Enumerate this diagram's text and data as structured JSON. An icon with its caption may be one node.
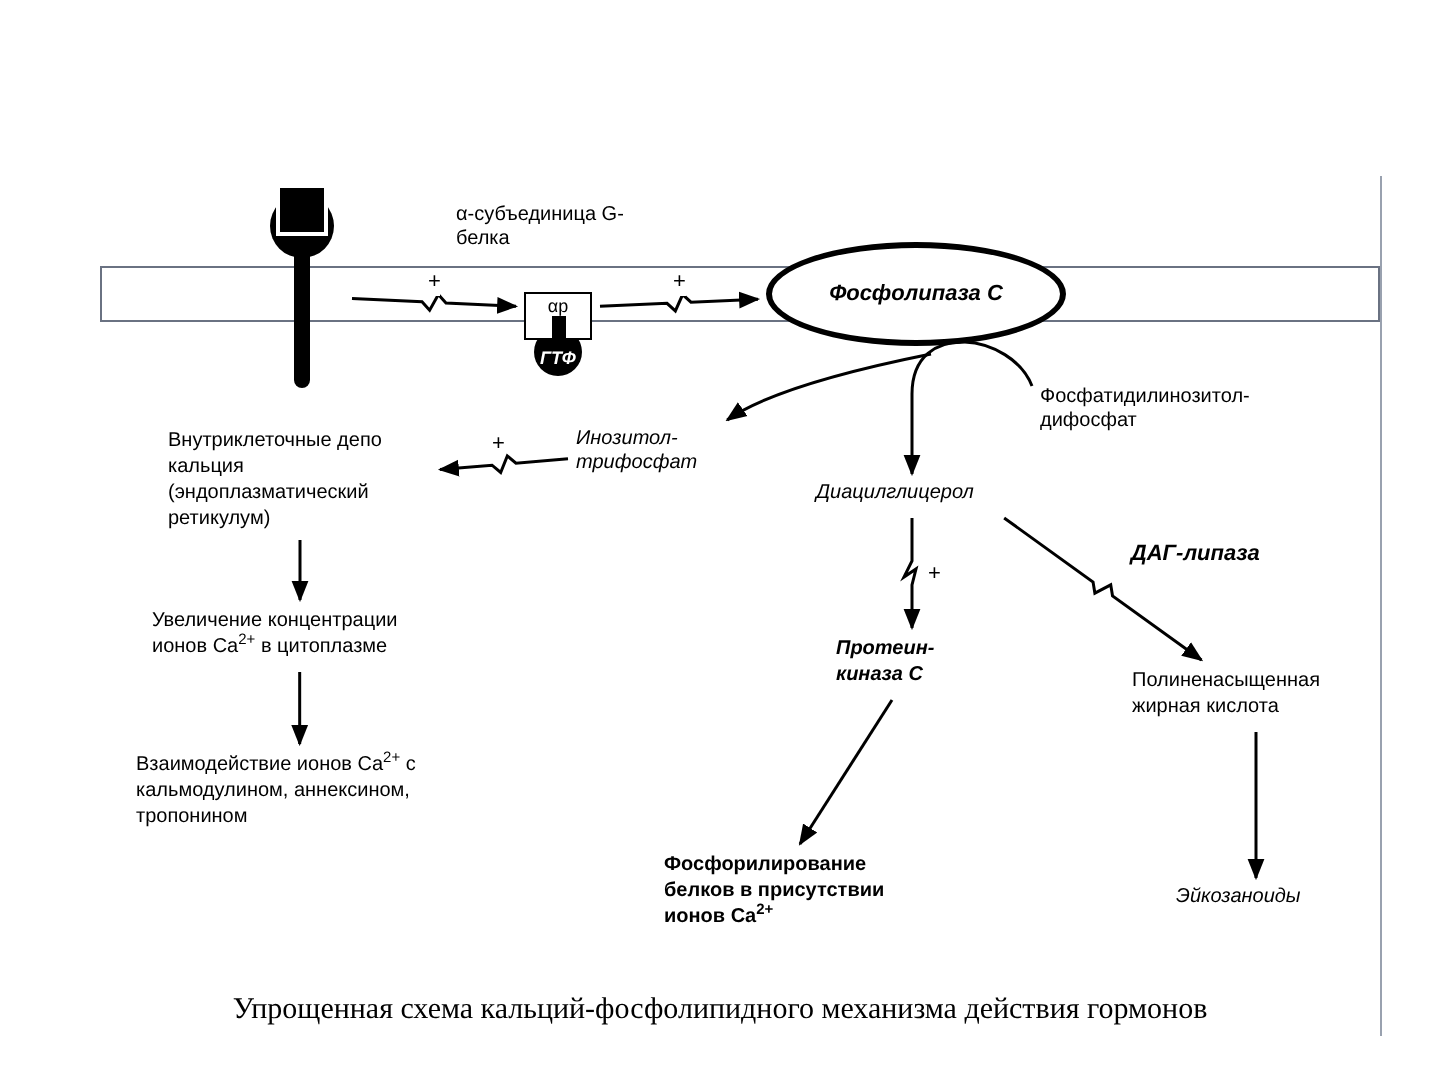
{
  "diagram": {
    "caption": "Упрощенная схема кальций-фосфолипидного механизма действия гормонов",
    "nodes": [
      {
        "text": [],
        "shape": "picture"
      },
      {
        "text": [
          "αр",
          "ГТФ"
        ],
        "beside": [
          "α-субъединица G-белка"
        ]
      },
      {
        "text": [
          "Фосфолипаза С"
        ]
      },
      {
        "text": [
          "Фосфатидилинозитол-дифосфат"
        ]
      },
      {
        "text": [
          "Инозитол-трифосфат"
        ]
      },
      {
        "text": [
          "Диацилглицерол"
        ]
      },
      {
        "text": [
          "Внутриклеточные депо кальция (эндоплазматический ретикулум)"
        ]
      },
      {
        "text": [
          "Увеличение концентрации ионов Ca$^{2+}$ в цитоплазме"
        ]
      },
      {
        "text": [
          "Взаимодействие ионов Ca$^{2+}$ с кальмодулином, аннексином, тропонином"
        ]
      },
      {
        "text": [
          "Протеин-киназа С"
        ]
      },
      {
        "text": [
          "Полиненасыщенная жирная кислота"
        ]
      },
      {
        "text": [
          "Фосфорилирование белков в присутствии ионов Ca$^{2+}$"
        ]
      },
      {
        "text": [
          "Эйкозаноиды"
        ]
      }
    ],
    "edges": [
      {
        "from": 0,
        "to": 1,
        "arrow": "to",
        "label": "+"
      },
      {
        "from": 1,
        "to": 2,
        "arrow": "to",
        "label": "+"
      },
      {
        "from": 2,
        "to": 4,
        "arrow": "to"
      },
      {
        "from": 3,
        "to": 5,
        "arrow": "to"
      },
      {
        "from": 4,
        "to": 6,
        "arrow": "to",
        "label": "+"
      },
      {
        "from": 6,
        "to": 7,
        "arrow": "to"
      },
      {
        "from": 7,
        "to": 8,
        "arrow": "to"
      },
      {
        "from": 5,
        "to": 9,
        "arrow": "to",
        "label": "+"
      },
      {
        "from": 5,
        "to": 10,
        "arrow": "to",
        "label": "ДАГ-липаза"
      },
      {
        "from": 9,
        "to": 11,
        "arrow": "to"
      },
      {
        "from": 10,
        "to": 12,
        "arrow": "to"
      }
    ]
  }
}
